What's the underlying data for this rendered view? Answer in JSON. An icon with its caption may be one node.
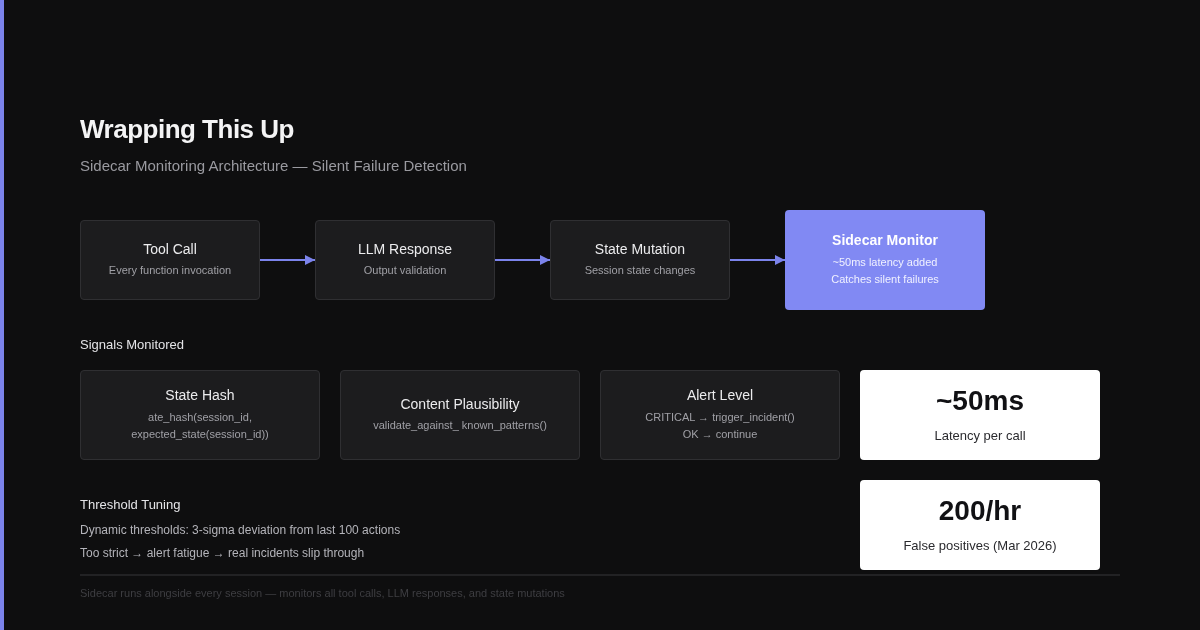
{
  "diagram": {
    "title": "Wrapping This Up",
    "nodes": [
      {
        "text": [
          "Tool Call",
          "Every function invocation"
        ]
      },
      {
        "text": [
          "LLM Response",
          "Output validation"
        ]
      },
      {
        "text": [
          "State Mutation",
          "Session state changes"
        ]
      },
      {
        "text": [
          "Sidecar Monitor",
          "~50ms latency added",
          "Catches silent failures"
        ]
      },
      {
        "text": [
          "State Hash",
          "ate_hash(session_id, expected_state(session_id))"
        ]
      },
      {
        "text": [
          "Content Plausibility",
          "validate_against_ known_patterns()"
        ]
      },
      {
        "text": [
          "Alert Level",
          "CRITICAL → trigger_incident()",
          "OK → continue"
        ]
      },
      {
        "text": [
          "~50ms",
          "Latency per call"
        ]
      },
      {
        "text": [
          "200/hr",
          "False positives (Mar 2026)"
        ]
      }
    ],
    "edges": [
      {
        "from": 0,
        "to": 1,
        "arrow": "to"
      },
      {
        "from": 1,
        "to": 2,
        "arrow": "to"
      },
      {
        "from": 2,
        "to": 3,
        "arrow": "to"
      }
    ],
    "labels": [
      "Sidecar Monitoring Architecture — Silent Failure Detection",
      "Signals Monitored",
      "Threshold Tuning",
      "Dynamic thresholds: 3-sigma deviation from last 100 actions",
      "Too strict → alert fatigue → real incidents slip through",
      "Sidecar runs alongside every session — monitors all tool calls, LLM responses, and state mutations"
    ]
  }
}
